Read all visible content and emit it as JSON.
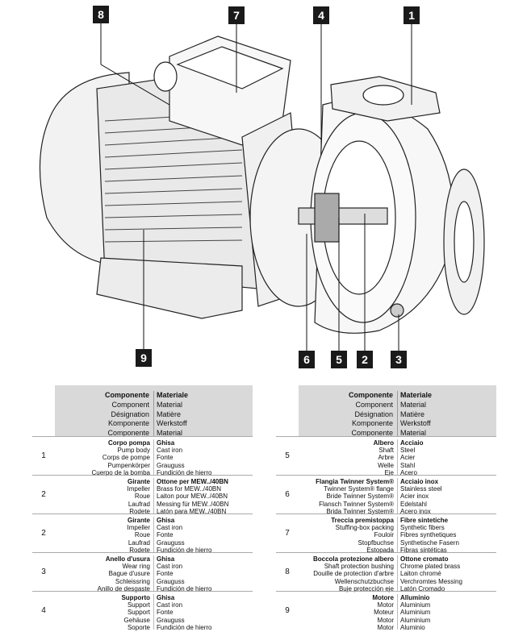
{
  "callouts": [
    "8",
    "7",
    "4",
    "1",
    "9",
    "6",
    "5",
    "2",
    "3"
  ],
  "header": {
    "component": [
      "Componente",
      "Component",
      "Désignation",
      "Komponente",
      "Componente"
    ],
    "material": [
      "Materiale",
      "Material",
      "Matière",
      "Werkstoff",
      "Material"
    ]
  },
  "left_rows": [
    {
      "num": "1",
      "comp": [
        "Corpo pompa",
        "Pump body",
        "Corps de pompe",
        "Pumpenkörper",
        "Cuerpo de la bomba"
      ],
      "mat": [
        "Ghisa",
        "Cast iron",
        "Fonte",
        "Grauguss",
        "Fundición de hierro"
      ]
    },
    {
      "num": "2",
      "comp": [
        "Girante",
        "Impeller",
        "Roue",
        "Laufrad",
        "Rodete"
      ],
      "mat": [
        "Ottone per MEW../40BN",
        "Brass for MEW../40BN",
        "Laiton pour MEW../40BN",
        "Messing für MEW../40BN",
        "Latón para MEW../40BN"
      ]
    },
    {
      "num": "2",
      "comp": [
        "Girante",
        "Impeller",
        "Roue",
        "Laufrad",
        "Rodete"
      ],
      "mat": [
        "Ghisa",
        "Cast iron",
        "Fonte",
        "Grauguss",
        "Fundición de hierro"
      ]
    },
    {
      "num": "3",
      "comp": [
        "Anello d'usura",
        "Wear ring",
        "Bague d'usure",
        "Schleissring",
        "Anillo de desgaste"
      ],
      "mat": [
        "Ghisa",
        "Cast iron",
        "Fonte",
        "Grauguss",
        "Fundición de hierro"
      ]
    },
    {
      "num": "4",
      "comp": [
        "Supporto",
        "Support",
        "Support",
        "Gehäuse",
        "Soporte"
      ],
      "mat": [
        "Ghisa",
        "Cast iron",
        "Fonte",
        "Grauguss",
        "Fundición de hierro"
      ]
    }
  ],
  "right_rows": [
    {
      "num": "5",
      "comp": [
        "Albero",
        "Shaft",
        "Arbre",
        "Welle",
        "Eje"
      ],
      "mat": [
        "Acciaio",
        "Steel",
        "Acier",
        "Stahl",
        "Acero"
      ]
    },
    {
      "num": "6",
      "comp": [
        "Flangia Twinner System®",
        "Twinner System® flange",
        "Bride Twinner System®",
        "Flansch Twinner System®",
        "Brida Twinner System®"
      ],
      "mat": [
        "Acciaio inox",
        "Stainless steel",
        "Acier inox",
        "Edelstahl",
        "Acero inox"
      ]
    },
    {
      "num": "7",
      "comp": [
        "Treccia premistoppa",
        "Stuffing-box packing",
        "Fouloir",
        "Stopfbuchse",
        "Estopada"
      ],
      "mat": [
        "Fibre sintetiche",
        "Synthetic fibers",
        "Fibres synthetiques",
        "Synthetische Fasern",
        "Fibras sintéticas"
      ]
    },
    {
      "num": "8",
      "comp": [
        "Boccola protezione albero",
        "Shaft protection bushing",
        "Douille de protection d'arbre",
        "Wellenschutzbuchse",
        "Buje protección eje"
      ],
      "mat": [
        "Ottone cromato",
        "Chrome plated brass",
        "Laiton chromé",
        "Verchromtes Messing",
        "Latón Cromado"
      ]
    },
    {
      "num": "9",
      "comp": [
        "Motore",
        "Motor",
        "Moteur",
        "Motor",
        "Motor"
      ],
      "mat": [
        "Alluminio",
        "Aluminium",
        "Aluminium",
        "Aluminium",
        "Aluminio"
      ]
    }
  ]
}
